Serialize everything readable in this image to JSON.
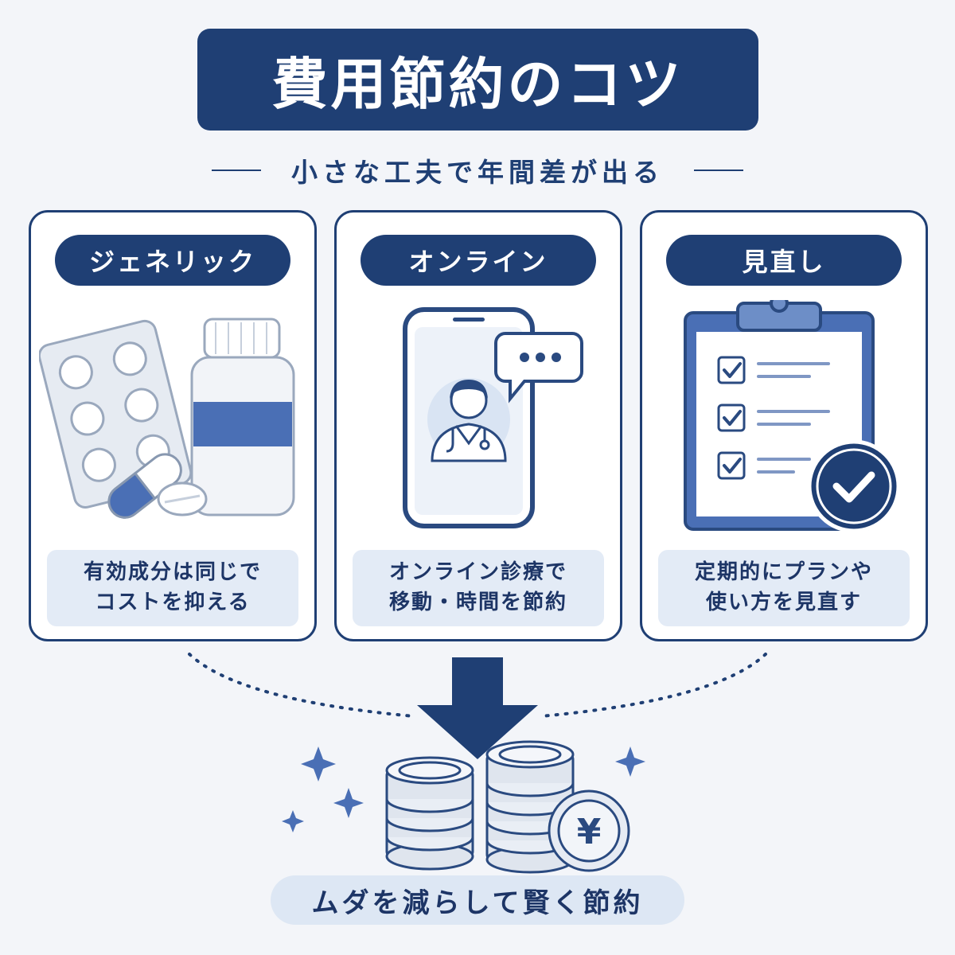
{
  "title": "費用節約のコツ",
  "subtitle": "小さな工夫で年間差が出る",
  "cards": [
    {
      "label": "ジェネリック",
      "icon": "medicine-icon",
      "caption_lines": [
        "有効成分は同じで",
        "コストを抑える"
      ]
    },
    {
      "label": "オンライン",
      "icon": "smartphone-doctor-icon",
      "caption_lines": [
        "オンライン診療で",
        "移動・時間を節約"
      ]
    },
    {
      "label": "見直し",
      "icon": "clipboard-checklist-icon",
      "caption_lines": [
        "定期的にプランや",
        "使い方を見直す"
      ]
    }
  ],
  "result": {
    "icon": "yen-coins-icon",
    "coin_symbol": "¥",
    "text": "ムダを減らして賢く節約"
  },
  "colors": {
    "navy": "#1f3f74",
    "accent_blue": "#4a6fb5",
    "light_blue": "#e3ebf6",
    "background": "#f3f5f9"
  }
}
